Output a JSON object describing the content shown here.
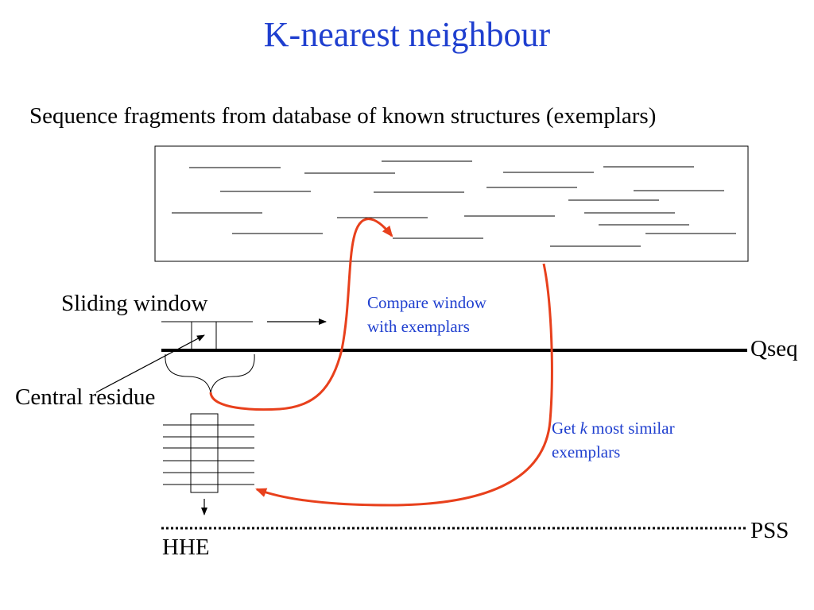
{
  "title": "K-nearest neighbour",
  "subtitle": "Sequence fragments from database of known structures (exemplars)",
  "labels": {
    "sliding_window": "Sliding window",
    "central_residue": "Central residue",
    "qseq": "Qseq",
    "pss": "PSS",
    "hhe": "HHE"
  },
  "notes": {
    "compare_line1": "Compare window",
    "compare_line2": "with exemplars",
    "getk_prefix": "Get ",
    "getk_k": "k",
    "getk_suffix": " most similar",
    "getk_line2": "exemplars"
  },
  "colors": {
    "title": "#1f3fcf",
    "note": "#1f3fcf",
    "arrow": "#e8401c",
    "line": "#000000"
  }
}
